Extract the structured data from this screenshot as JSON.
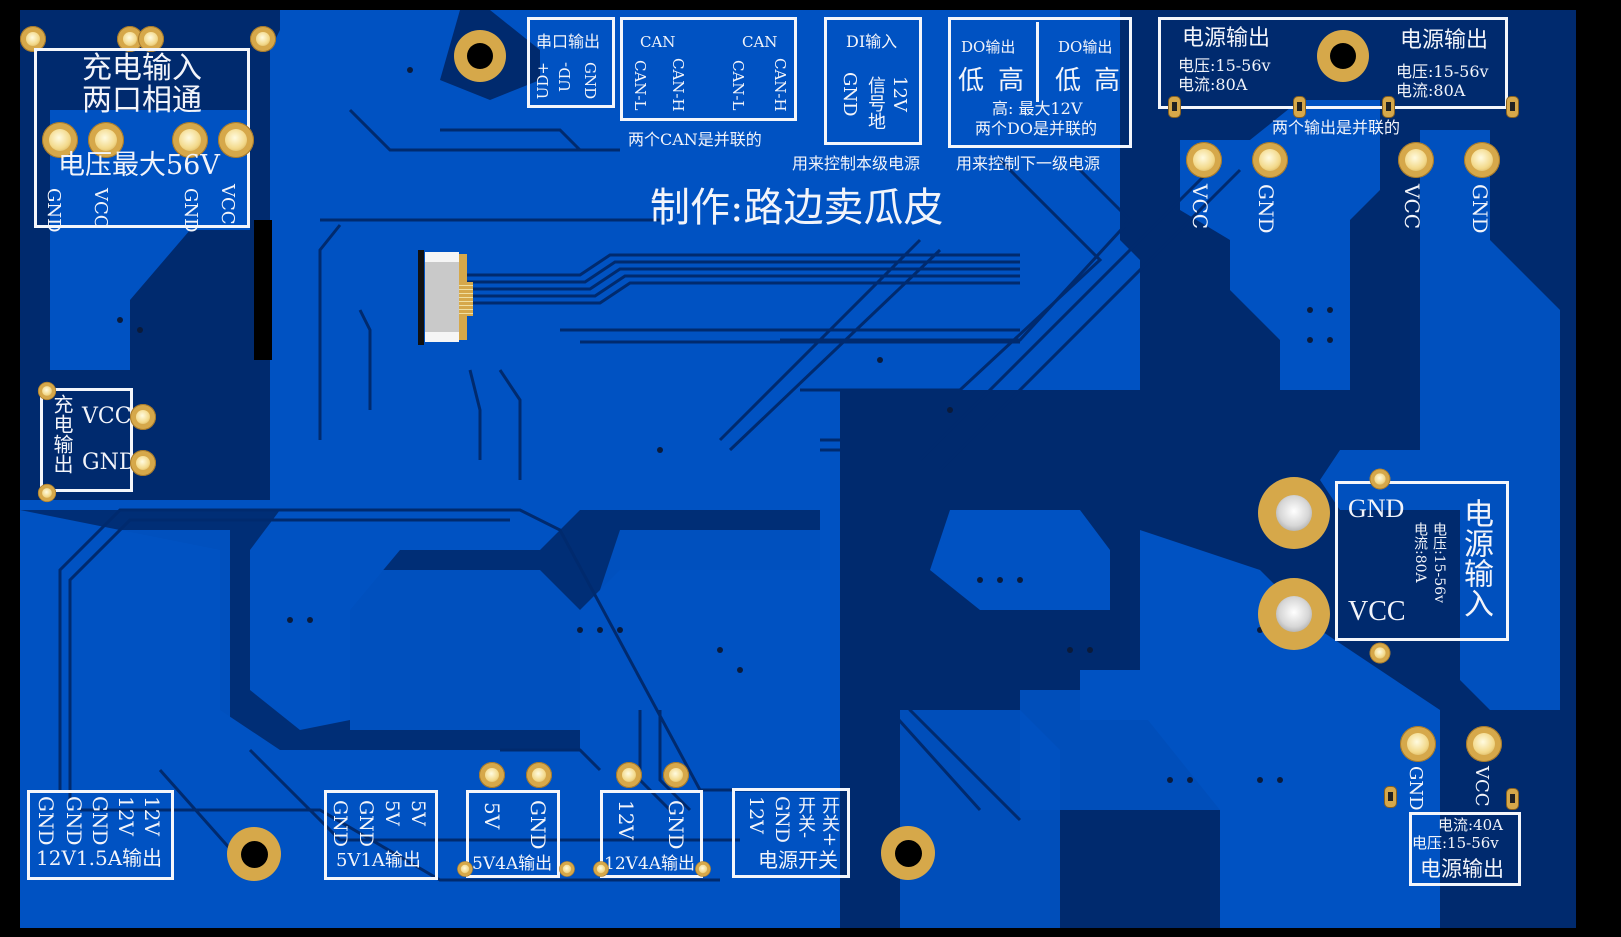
{
  "board": {
    "title": "制作:路边卖瓜皮",
    "colors": {
      "copper": "#0052c2",
      "pour": "#002a6e",
      "silkscreen": "#f4f6fb",
      "pad": "#d6a84a",
      "background": "#000000"
    }
  },
  "charge_input": {
    "title_line1": "充电输入",
    "title_line2": "两口相通",
    "note": "电压最大56V",
    "pins": [
      "GND",
      "VCC",
      "GND",
      "VCC"
    ]
  },
  "charge_output": {
    "title": "充电输出",
    "pins": [
      "VCC",
      "GND"
    ]
  },
  "serial_output": {
    "title": "串口输出",
    "pins": [
      "UD+",
      "UD-",
      "GND"
    ]
  },
  "can": {
    "header_left": "CAN",
    "header_right": "CAN",
    "pins": [
      "CAN-L",
      "CAN-H",
      "CAN-L",
      "CAN-H"
    ],
    "note": "两个CAN是并联的"
  },
  "di_input": {
    "title": "DI输入",
    "pins": [
      "GND",
      "信号地",
      "12V"
    ],
    "note": "用来控制本级电源"
  },
  "do_output": {
    "left_title": "DO输出",
    "right_title": "DO输出",
    "left_levels": [
      "低",
      "高"
    ],
    "right_levels": [
      "低",
      "高"
    ],
    "max_note": "高: 最大12V",
    "parallel_note": "两个DO是并联的",
    "note": "用来控制下一级电源"
  },
  "power_output_top": {
    "left": {
      "title": "电源输出",
      "voltage": "电压:15-56v",
      "current": "电流:80A"
    },
    "right": {
      "title": "电源输出",
      "voltage": "电压:15-56v",
      "current": "电流:80A"
    },
    "parallel_note": "两个输出是并联的",
    "pins": [
      "VCC",
      "GND",
      "VCC",
      "GND"
    ]
  },
  "power_input": {
    "title": "电源输入",
    "voltage": "电压:15-56v",
    "current": "电流:80A",
    "pins": [
      "GND",
      "VCC"
    ]
  },
  "power_output_bottom": {
    "title": "电源输出",
    "current": "电流:40A",
    "voltage": "电压:15-56v",
    "pins": [
      "GND",
      "VCC"
    ]
  },
  "out_12v_1a5": {
    "title": "12V1.5A输出",
    "pins": [
      "GND",
      "GND",
      "GND",
      "12V",
      "12V"
    ]
  },
  "out_5v_1a": {
    "title": "5V1A输出",
    "pins": [
      "GND",
      "GND",
      "5V",
      "5V"
    ]
  },
  "out_5v_4a": {
    "title": "5V4A输出",
    "pins": [
      "5V",
      "GND"
    ]
  },
  "out_12v_4a": {
    "title": "12V4A输出",
    "pins": [
      "12V",
      "GND"
    ]
  },
  "power_switch": {
    "title": "电源开关",
    "pins": [
      "12V",
      "GND",
      "开关-",
      "开关+"
    ]
  }
}
